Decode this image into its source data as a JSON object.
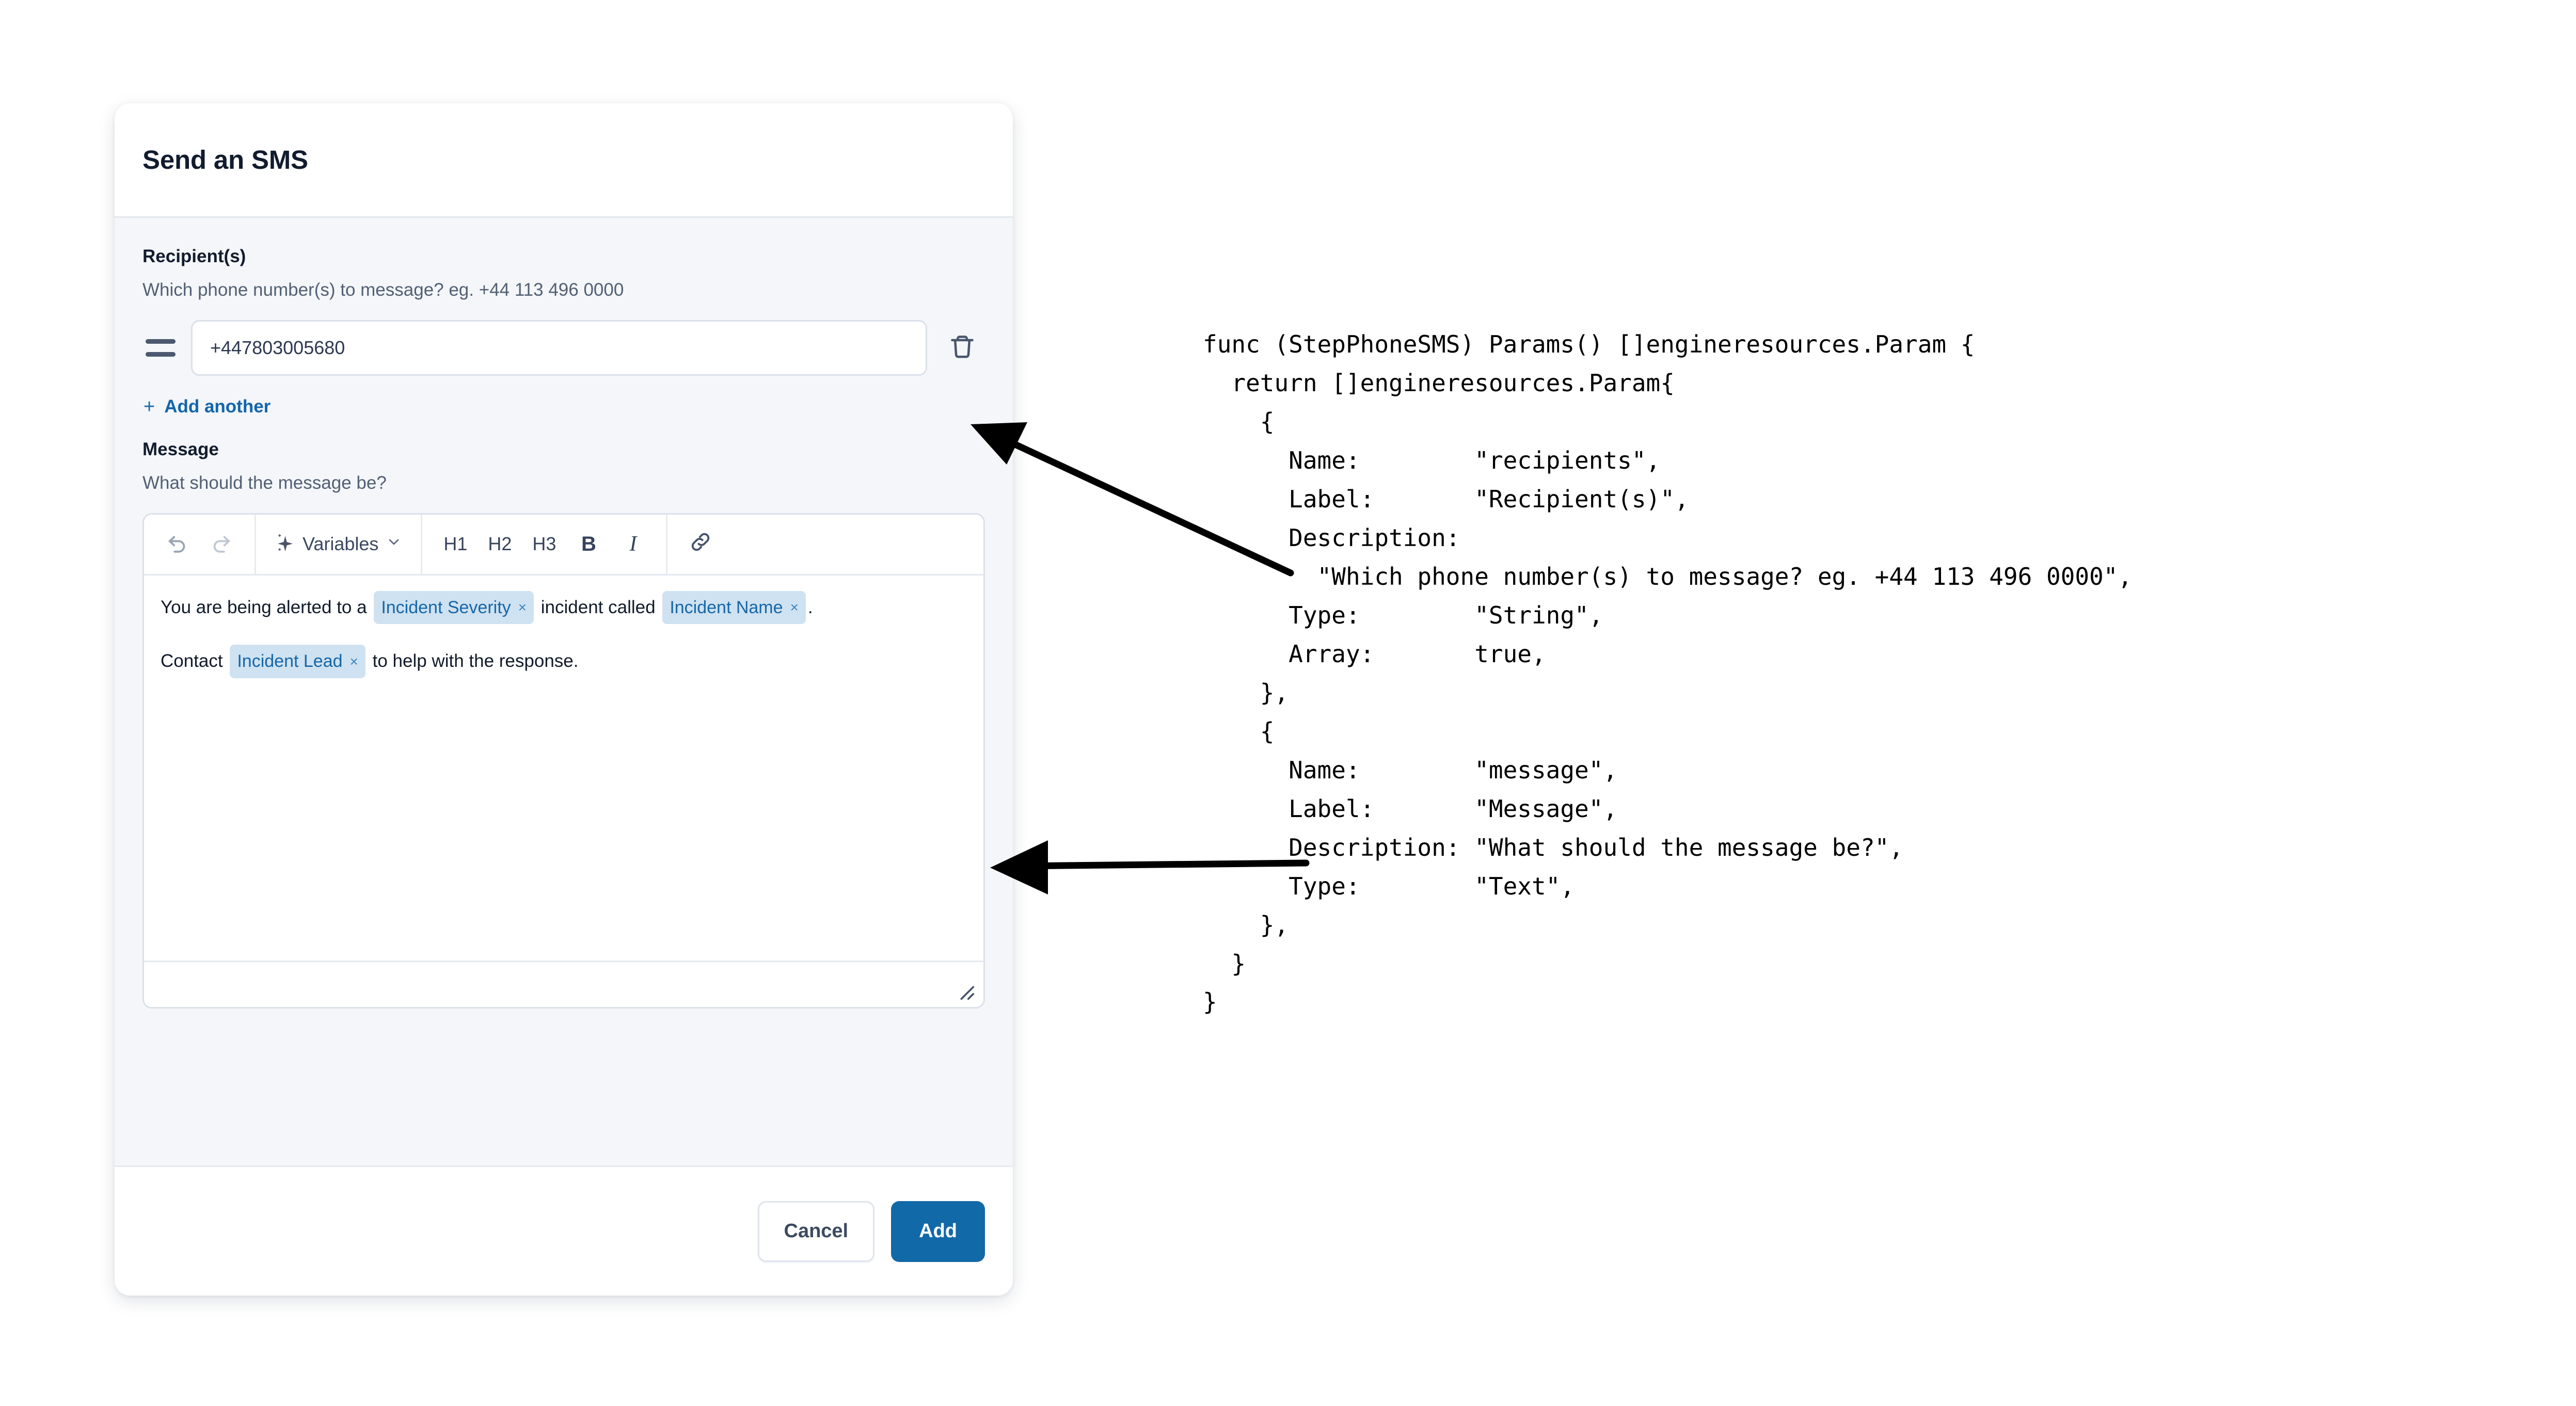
{
  "dialog": {
    "title": "Send an SMS",
    "recipients": {
      "label": "Recipient(s)",
      "help": "Which phone number(s) to message? eg. +44 113 496 0000",
      "value": "+447803005680",
      "placeholder": "",
      "drag_handle_icon": "drag-handle-icon",
      "delete_icon": "trash-icon",
      "add_another_label": "Add another",
      "add_another_plus": "+"
    },
    "message": {
      "label": "Message",
      "help": "What should the message be?",
      "toolbar": {
        "undo_icon": "undo-icon",
        "redo_icon": "redo-icon",
        "variables_label": "Variables",
        "variables_sparkle_icon": "sparkle-icon",
        "variables_chevron_icon": "chevron-down-icon",
        "h1_label": "H1",
        "h2_label": "H2",
        "h3_label": "H3",
        "bold_label": "B",
        "italic_label": "I",
        "link_icon": "link-icon"
      },
      "body": {
        "line1_pre": "You are being alerted to a",
        "chip1": "Incident Severity",
        "line1_mid": "incident called",
        "chip2": "Incident Name",
        "line1_post": ".",
        "line2_pre": "Contact",
        "chip3": "Incident Lead",
        "line2_post": "to help with the response."
      },
      "chip_close_glyph": "×",
      "resize_grip_icon": "resize-grip-icon"
    },
    "footer": {
      "cancel_label": "Cancel",
      "add_label": "Add"
    }
  },
  "code": {
    "language": "go",
    "text": "func (StepPhoneSMS) Params() []engineresources.Param {\n  return []engineresources.Param{\n    {\n      Name:        \"recipients\",\n      Label:       \"Recipient(s)\",\n      Description:\n        \"Which phone number(s) to message? eg. +44 113 496 0000\",\n      Type:        \"String\",\n      Array:       true,\n    },\n    {\n      Name:        \"message\",\n      Label:       \"Message\",\n      Description: \"What should the message be?\",\n      Type:        \"Text\",\n    },\n  }\n}"
  },
  "annotations": {
    "arrow_top_name": "arrow-recipients",
    "arrow_bottom_name": "arrow-message"
  },
  "colors": {
    "accent": "#1269a8",
    "link": "#1266ab",
    "chip_bg": "#cfe2f1",
    "chip_text": "#1566a8",
    "body_bg": "#f4f6f9",
    "border": "#dbe1ea",
    "title_text": "#121c2e",
    "help_text": "#525f74"
  }
}
